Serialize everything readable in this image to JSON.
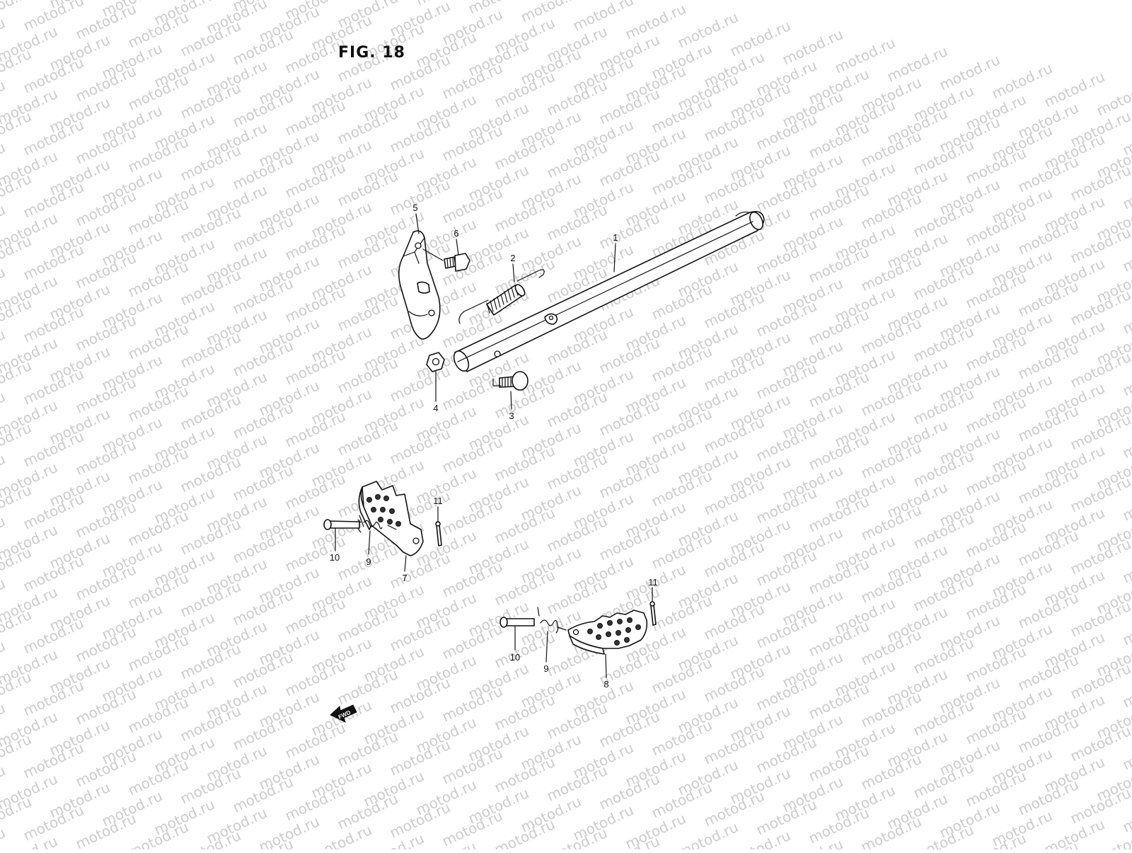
{
  "figure": {
    "title": "FIG. 18",
    "forward_label": "FWD"
  },
  "watermark": {
    "text": "motod.ru",
    "color": "#cccccc"
  },
  "callouts": [
    {
      "id": "1",
      "label": "1"
    },
    {
      "id": "2",
      "label": "2"
    },
    {
      "id": "3",
      "label": "3"
    },
    {
      "id": "4",
      "label": "4"
    },
    {
      "id": "5",
      "label": "5"
    },
    {
      "id": "6",
      "label": "6"
    },
    {
      "id": "7",
      "label": "7"
    },
    {
      "id": "8",
      "label": "8"
    },
    {
      "id": "9a",
      "label": "9"
    },
    {
      "id": "9b",
      "label": "9"
    },
    {
      "id": "10a",
      "label": "10"
    },
    {
      "id": "10b",
      "label": "10"
    },
    {
      "id": "11a",
      "label": "11"
    },
    {
      "id": "11b",
      "label": "11"
    }
  ]
}
